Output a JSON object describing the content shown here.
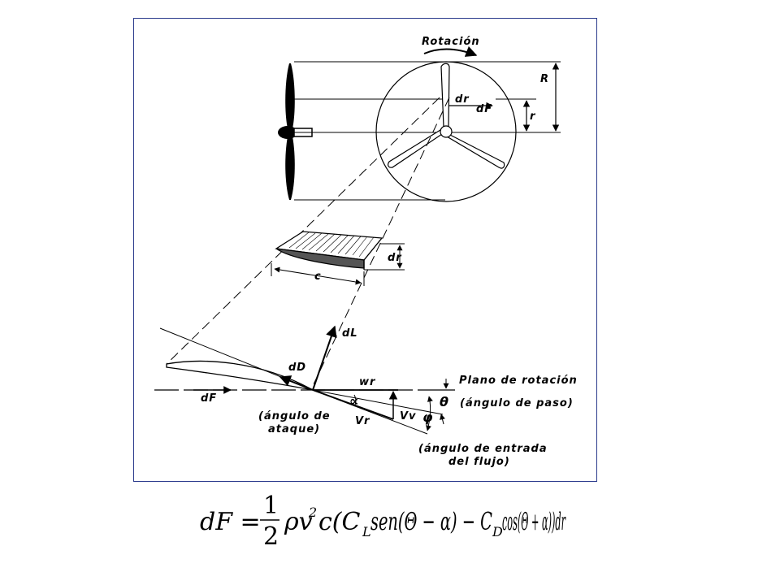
{
  "labels": {
    "rotation": "Rotación",
    "R": "R",
    "r": "r",
    "dr_top": "dr",
    "dF_top": "dF",
    "dr_blade": "dr",
    "c": "c",
    "dL": "dL",
    "dD": "dD",
    "wr": "wr",
    "plane": "Plano de rotación",
    "dF_bottom": "dF",
    "alpha": "∝",
    "attack_1": "(ángulo de",
    "attack_2": "ataque)",
    "Vr": "Vr",
    "Vv": "Vv",
    "theta": "θ",
    "pitch": "(ángulo de paso)",
    "phi": "φ",
    "inflow_1": "(ángulo de entrada",
    "inflow_2": "del flujo)"
  },
  "equation": {
    "lhs": "dF =",
    "num": "1",
    "den": "2",
    "body_1": "ρv",
    "sq": "2",
    "body_2": "c(C",
    "sub_L": "L",
    "body_3": "sen(Θ − α) − C",
    "sub_D": "D",
    "body_4": "cos(Θ + α))dr"
  },
  "colors": {
    "frame": "#2a3a8c",
    "ink": "#000000"
  }
}
